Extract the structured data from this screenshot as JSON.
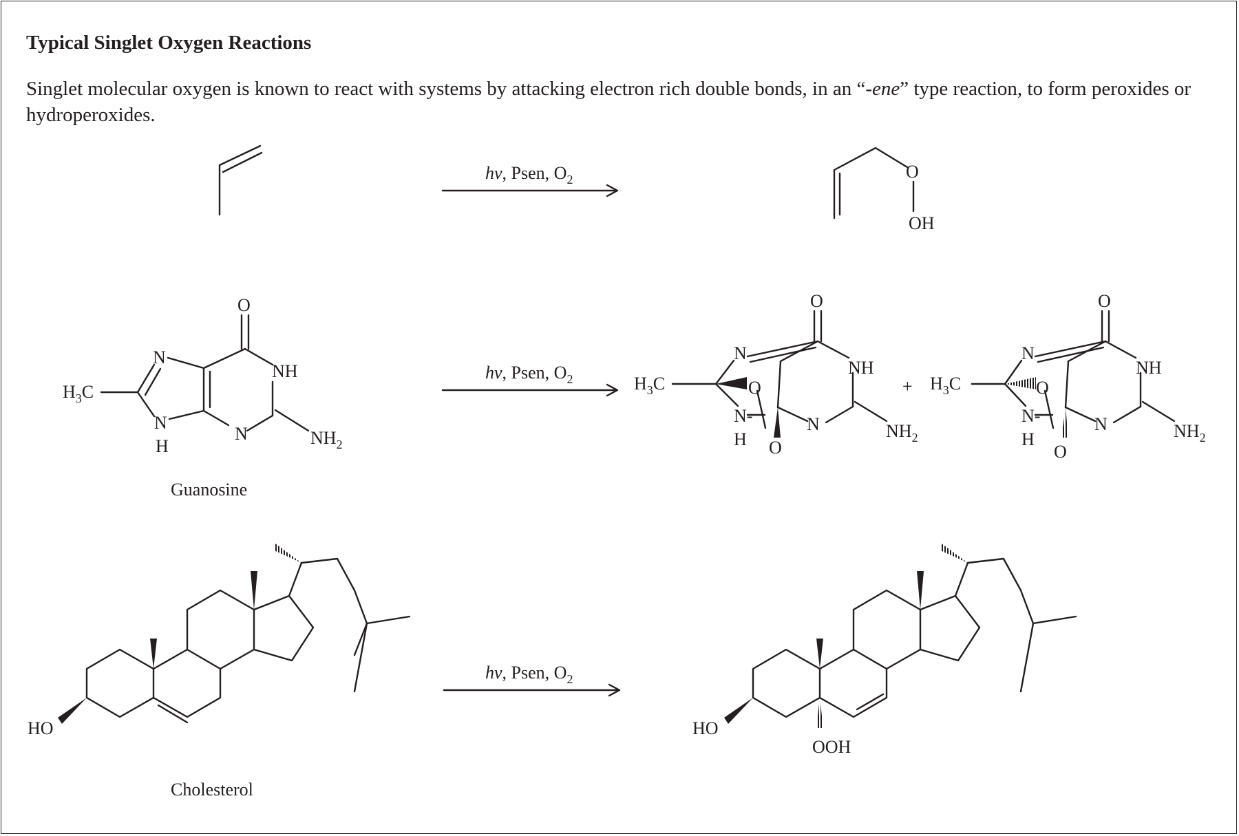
{
  "title": "Typical Singlet Oxygen Reactions",
  "intro": {
    "before": "Singlet molecular oxygen is known to react with systems by attacking electron rich double bonds, in an “-",
    "italic": "ene",
    "after": "” type reaction, to form peroxides or hydroperoxides."
  },
  "reagents": {
    "hv": "hν",
    "rest": ", Psen, O",
    "subscript": "2"
  },
  "labels": {
    "guanosine": "Guanosine",
    "cholesterol": "Cholesterol",
    "plus": "+"
  },
  "atoms": {
    "O": "O",
    "OH": "OH",
    "HO": "HO",
    "OOH": "OOH",
    "N": "N",
    "NH": "NH",
    "H": "H",
    "N_dash": "N-",
    "H3C_H": "H",
    "H3C_3": "3",
    "H3C_C": "C",
    "NH2_NH": "NH",
    "NH2_2": "2"
  }
}
